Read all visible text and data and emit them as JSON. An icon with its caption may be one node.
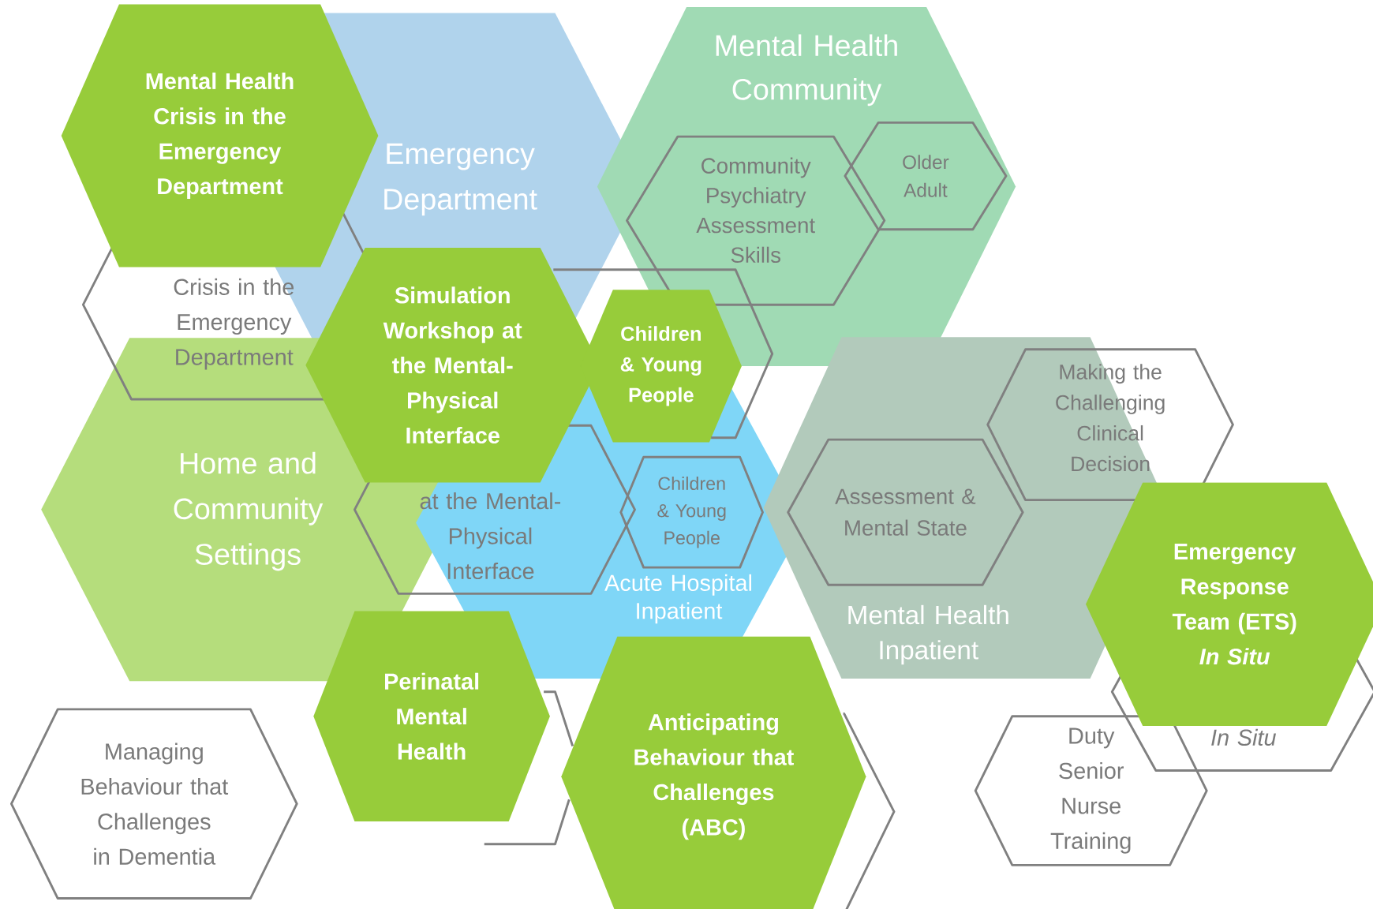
{
  "diagram": {
    "nodes": [
      {
        "text": [
          "Emergency Department"
        ]
      },
      {
        "text": [
          "Mental Health Community"
        ]
      },
      {
        "text": [
          "Community Psychiatry Assessment Skills"
        ],
        "in": 1
      },
      {
        "text": [
          "Older Adult"
        ],
        "in": 1
      },
      {
        "text": [
          "Mental Health Crisis in the Emergency Department"
        ]
      },
      {
        "text": [
          "Crisis in the Emergency Department"
        ]
      },
      {
        "text": [
          "Home and Community Settings"
        ]
      },
      {
        "text": [
          "Simulation Workshop at the Mental-Physical Interface"
        ]
      },
      {
        "text": [],
        "shape": "hexagon"
      },
      {
        "text": [
          "Children & Young People"
        ],
        "in": 8
      },
      {
        "text": [
          "Acute Hospital Inpatient"
        ]
      },
      {
        "text": [
          "at the Mental-Physical Interface"
        ]
      },
      {
        "text": [
          "Children & Young People"
        ],
        "in": 10
      },
      {
        "text": [
          "Mental Health Inpatient"
        ]
      },
      {
        "text": [
          "Assessment & Mental State"
        ],
        "in": 13
      },
      {
        "text": [
          "Making the Challenging Clinical Decision"
        ]
      },
      {
        "text": [
          "Emergency Response Team (ETS) *In Situ*"
        ]
      },
      {
        "text": [
          "In Situ"
        ]
      },
      {
        "text": [
          "Managing Behaviour that Challenges in Dementia"
        ]
      },
      {
        "text": [
          "Perinatal Mental Health"
        ]
      },
      {
        "text": [],
        "shape": "hexagon"
      },
      {
        "text": [
          "Anticipating Behaviour that Challenges (ABC)"
        ]
      },
      {
        "text": [],
        "shape": "hexagon"
      },
      {
        "text": [
          "Duty Senior Nurse Training"
        ]
      }
    ]
  }
}
